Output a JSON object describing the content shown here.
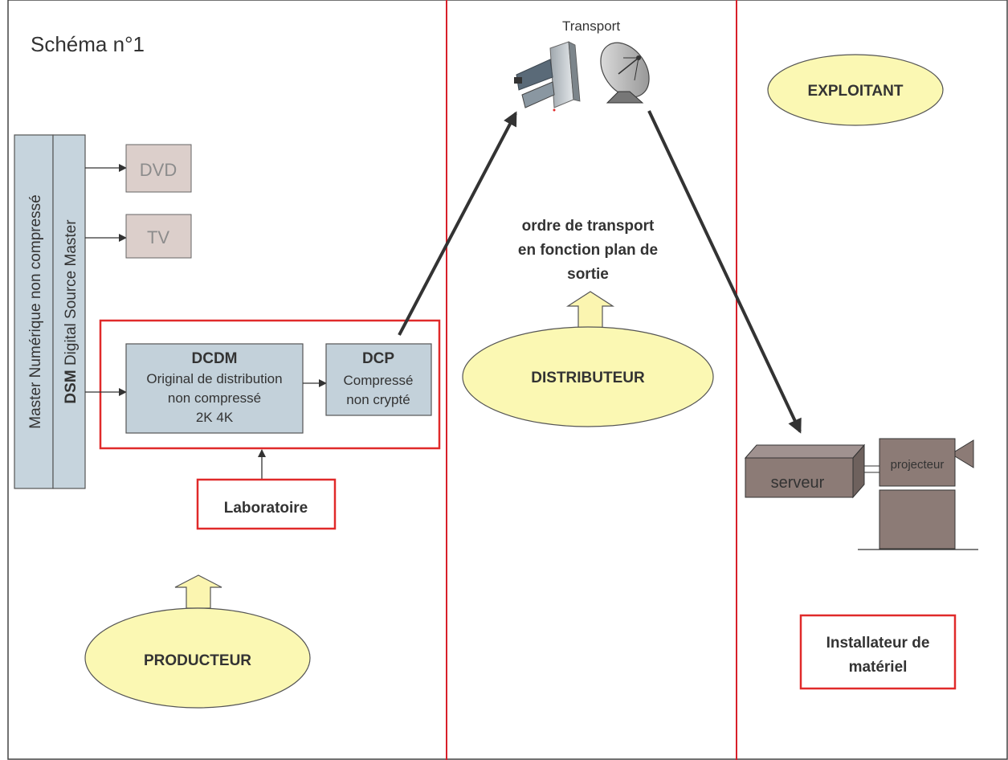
{
  "title": "Schéma n°1",
  "transport_label": "Transport",
  "colors": {
    "frame": "#444444",
    "divider": "#d8202a",
    "highlight_border": "#e02a2a",
    "ellipse_fill": "#fbf8b3",
    "ellipse_stroke": "#555555",
    "master_fill": "#c6d4dd",
    "process_fill": "#c3d1da",
    "media_fill": "#dccfcb",
    "media_text": "#8c8c8c",
    "hardware_fill": "#8c7b76",
    "arrow": "#333333",
    "up_arrow_fill": "#fbf5b0"
  },
  "master": {
    "line1": "Master Numérique non compressé",
    "line2_bold": "DSM",
    "line2_rest": " Digital Source Master"
  },
  "outputs": {
    "dvd": "DVD",
    "tv": "TV"
  },
  "dcdm": {
    "title": "DCDM",
    "line1": "Original de distribution",
    "line2": "non compressé",
    "line3": "2K 4K"
  },
  "dcp": {
    "title": "DCP",
    "line1": "Compressé",
    "line2": "non crypté"
  },
  "laboratoire": "Laboratoire",
  "producteur": "PRODUCTEUR",
  "distributeur": "DISTRIBUTEUR",
  "transport_order": {
    "line1": "ordre de transport",
    "line2": "en fonction plan de",
    "line3": "sortie"
  },
  "exploitant": "EXPLOITANT",
  "serveur": "serveur",
  "projecteur": "projecteur",
  "installateur": {
    "line1": "Installateur de",
    "line2": "matériel"
  },
  "icons": {
    "transport_drive": "usb-drive-icon",
    "transport_satellite": "satellite-dish-icon"
  }
}
